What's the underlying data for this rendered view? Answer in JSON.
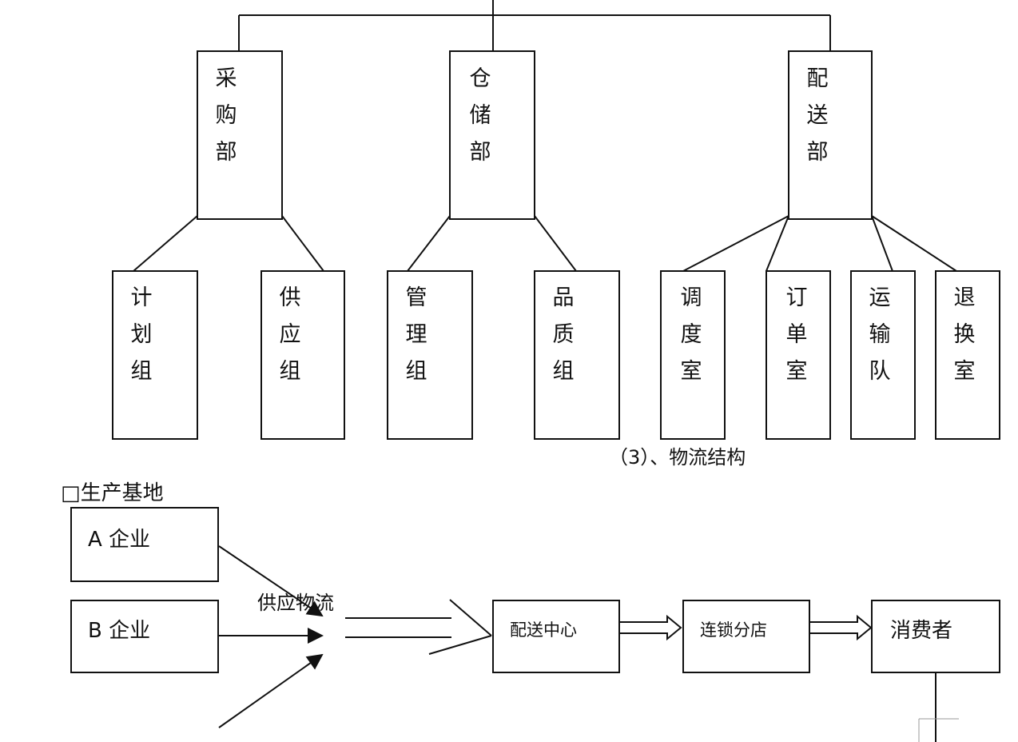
{
  "org": {
    "departments": [
      {
        "name": "采购部",
        "chars": [
          "采",
          "购",
          "部"
        ]
      },
      {
        "name": "仓储部",
        "chars": [
          "仓",
          "储",
          "部"
        ]
      },
      {
        "name": "配送部",
        "chars": [
          "配",
          "送",
          "部"
        ]
      }
    ],
    "units": [
      {
        "name": "计划组",
        "chars": [
          "计",
          "划",
          "组"
        ]
      },
      {
        "name": "供应组",
        "chars": [
          "供",
          "应",
          "组"
        ]
      },
      {
        "name": "管理组",
        "chars": [
          "管",
          "理",
          "组"
        ]
      },
      {
        "name": "品质组",
        "chars": [
          "品",
          "质",
          "组"
        ]
      },
      {
        "name": "调度室",
        "chars": [
          "调",
          "度",
          "室"
        ]
      },
      {
        "name": "订单室",
        "chars": [
          "订",
          "单",
          "室"
        ]
      },
      {
        "name": "运输队",
        "chars": [
          "运",
          "输",
          "队"
        ]
      },
      {
        "name": "退换室",
        "chars": [
          "退",
          "换",
          "室"
        ]
      }
    ]
  },
  "section_caption": "（3）、物流结构",
  "flow": {
    "base_title": "□生产基地",
    "enterprise_a": "A 企业",
    "enterprise_b": "B 企业",
    "supply_label": "供应物流",
    "distribution_center": "配送中心",
    "chain_store": "连锁分店",
    "consumer": "消费者"
  }
}
